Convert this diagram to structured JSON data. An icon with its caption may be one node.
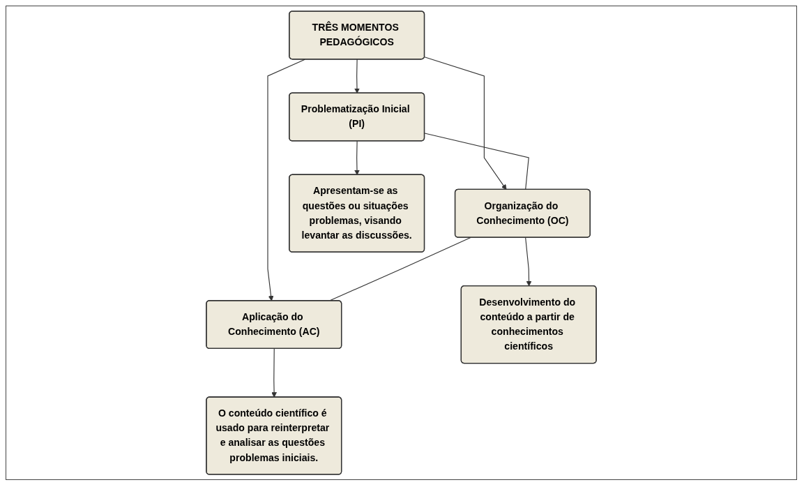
{
  "diagram": {
    "nodes": [
      {
        "text": [
          "TRÊS MOMENTOS PEDAGÓGICOS"
        ]
      },
      {
        "text": [
          "Problematização Inicial (PI)"
        ]
      },
      {
        "text": [
          "Organização do Conhecimento (OC)"
        ]
      },
      {
        "text": [
          "Aplicação do Conhecimento (AC)"
        ]
      },
      {
        "text": [
          "Apresentam-se as questões ou situações problemas, visando levantar as discussões."
        ]
      },
      {
        "text": [
          "Desenvolvimento do conteúdo a partir de conhecimentos científicos"
        ]
      },
      {
        "text": [
          "O conteúdo científico é usado para reinterpretar e analisar as questões problemas iniciais."
        ]
      }
    ],
    "edges": [
      {
        "from": 0,
        "to": 1,
        "arrow": "to"
      },
      {
        "from": 0,
        "to": 2,
        "arrow": "to"
      },
      {
        "from": 0,
        "to": 3,
        "arrow": "to"
      },
      {
        "from": 1,
        "to": 2,
        "arrow": "none"
      },
      {
        "from": 2,
        "to": 3,
        "arrow": "none"
      },
      {
        "from": 1,
        "to": 4,
        "arrow": "to"
      },
      {
        "from": 2,
        "to": 5,
        "arrow": "to"
      },
      {
        "from": 3,
        "to": 6,
        "arrow": "to"
      }
    ]
  }
}
